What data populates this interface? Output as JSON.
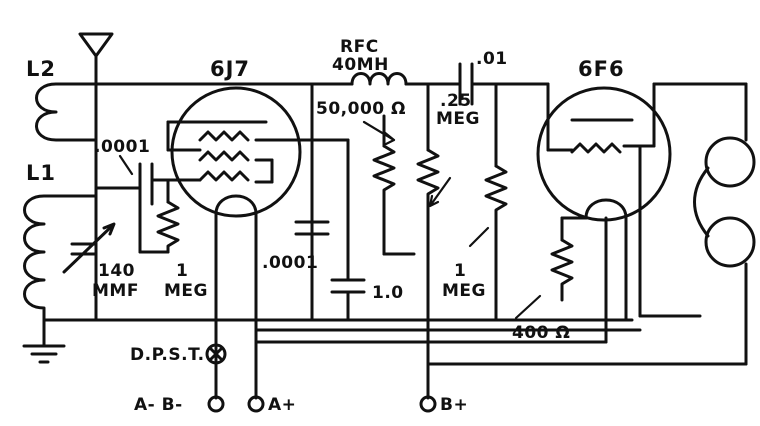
{
  "labels": {
    "l2": "L2",
    "l1": "L1",
    "tube1": "6J7",
    "tube2": "6F6",
    "rfc": "RFC",
    "rfc_value": "40MH",
    "cap_grid": ".0001",
    "cap_plate": ".0001",
    "res_50k": "50,000 Ω",
    "cap_coupling": ".01",
    "res_25meg_top": ".25",
    "res_25meg_unit": "MEG",
    "var_cap_value": "140",
    "var_cap_unit": "MMF",
    "grid_leak_value": "1",
    "grid_leak_unit": "MEG",
    "cap_bypass": "1.0",
    "grid_res_value": "1",
    "grid_res_unit": "MEG",
    "cathode_res": "400 Ω",
    "switch": "D.P.S.T.",
    "term_a_b": "A- B-",
    "term_a_plus": "A+",
    "term_b_plus": "B+"
  }
}
